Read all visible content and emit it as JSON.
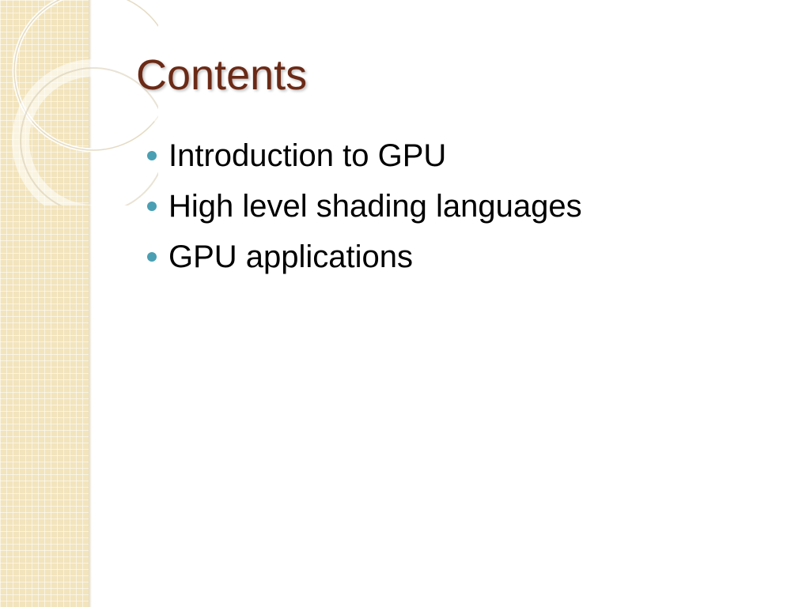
{
  "slide": {
    "title": "Contents",
    "bullets": [
      "Introduction to GPU",
      "High level shading languages",
      "GPU applications"
    ]
  },
  "colors": {
    "title": "#6b2a16",
    "bullet": "#4a9fb3",
    "side_band": "#f2e4bd",
    "text": "#000000",
    "background": "#ffffff"
  },
  "icons": {
    "bullet": "bullet-dot-icon",
    "decoration": "ring-ornament-icon"
  }
}
